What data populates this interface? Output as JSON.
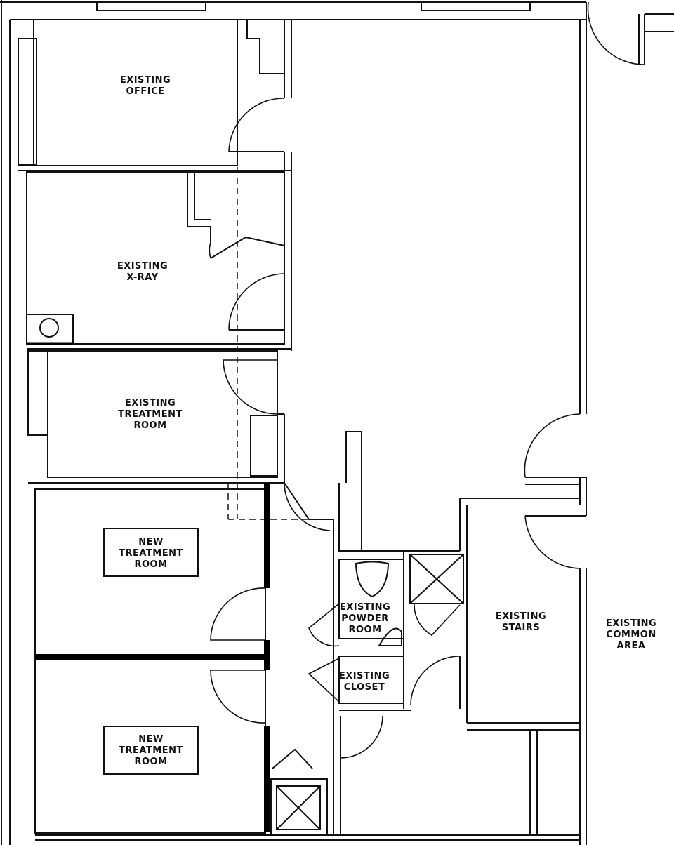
{
  "rooms": {
    "office": [
      "EXISTING",
      "OFFICE"
    ],
    "xray": [
      "EXISTING",
      "X-RAY"
    ],
    "treatment": [
      "EXISTING",
      "TREATMENT",
      "ROOM"
    ],
    "new_treatment_1": [
      "NEW",
      "TREATMENT",
      "ROOM"
    ],
    "new_treatment_2": [
      "NEW",
      "TREATMENT",
      "ROOM"
    ],
    "powder": [
      "EXISTING",
      "POWDER",
      "ROOM"
    ],
    "closet": [
      "EXISTING",
      "CLOSET"
    ],
    "stairs": [
      "EXISTING",
      "STAIRS"
    ],
    "common": [
      "EXISTING",
      "COMMON",
      "AREA"
    ]
  }
}
